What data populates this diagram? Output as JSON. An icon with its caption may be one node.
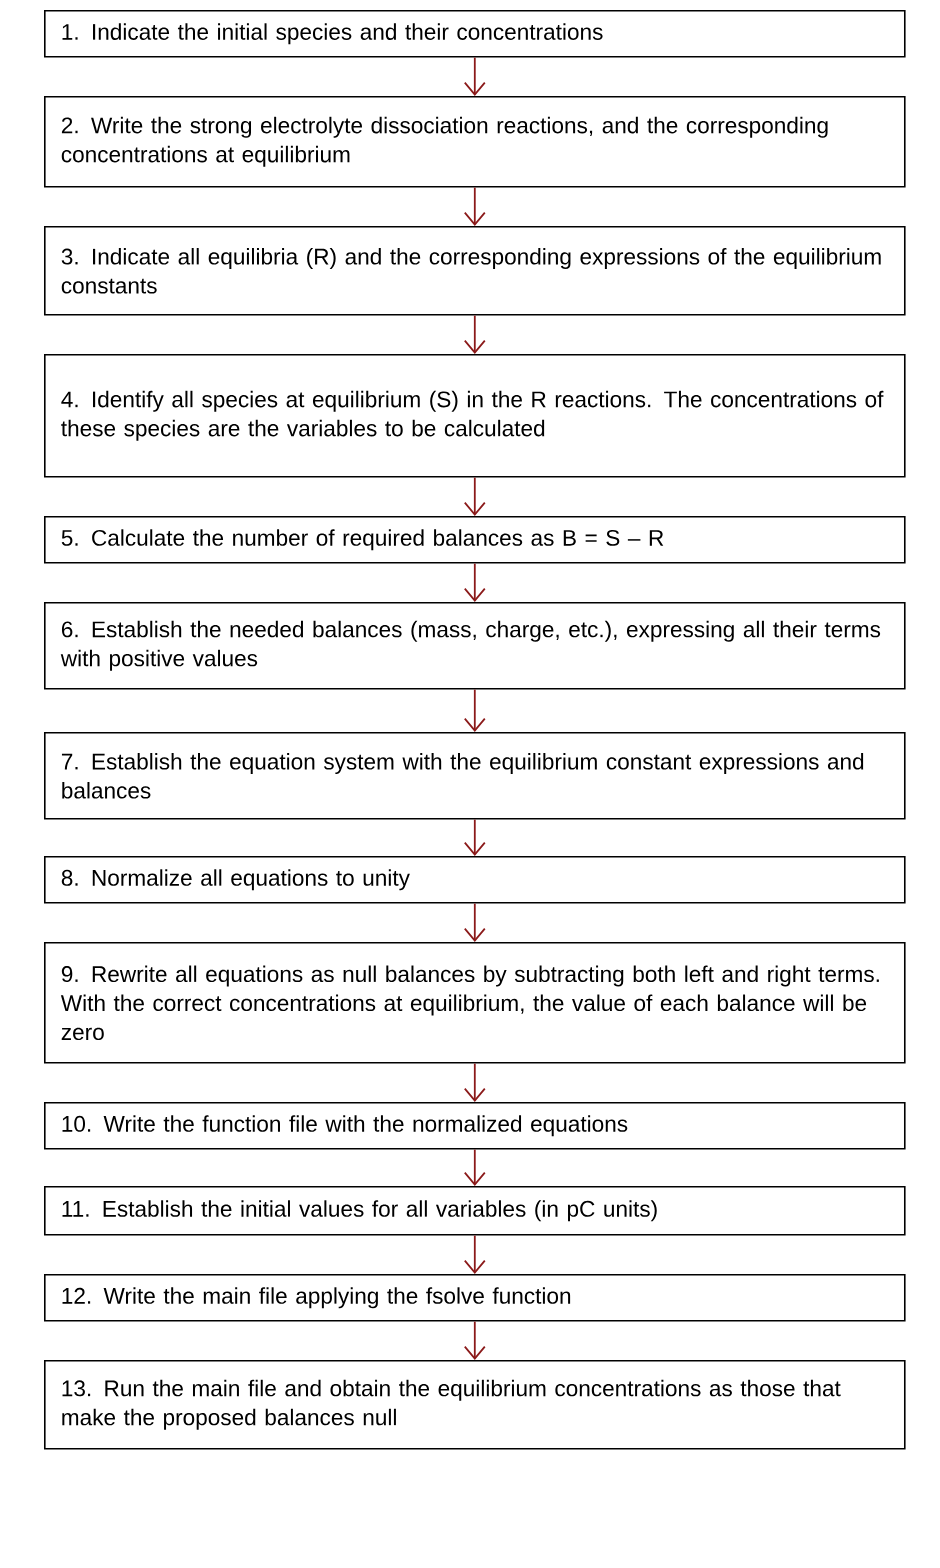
{
  "diagram": {
    "nodes": [
      {
        "text": [
          "1.  Indicate the initial species and their concentrations"
        ]
      },
      {
        "text": [
          "2.  Write the strong electrolyte dissociation reactions, and the corresponding concentrations at equilibrium"
        ]
      },
      {
        "text": [
          "3.  Indicate all equilibria (R) and the corresponding expressions of the equilibrium constants"
        ]
      },
      {
        "text": [
          "4.  Identify all species at equilibrium (S) in the R reactions. The concentrations of these species are the variables to be calculated"
        ]
      },
      {
        "text": [
          "5.  Calculate the number of required balances as B = S – R"
        ]
      },
      {
        "text": [
          "6.  Establish the needed balances (mass, charge, etc.), expressing all their terms with positive values"
        ]
      },
      {
        "text": [
          "7.  Establish the equation system with the equilibrium constant expressions and balances"
        ]
      },
      {
        "text": [
          "8.  Normalize all equations to unity"
        ]
      },
      {
        "text": [
          "9.  Rewrite all equations as null balances by subtracting both left and right terms. With the correct concentrations at equilibrium, the value of each balance will be zero"
        ]
      },
      {
        "text": [
          "10. Write the function file with the normalized equations"
        ]
      },
      {
        "text": [
          "11. Establish the initial values for all variables (in pC units)"
        ]
      },
      {
        "text": [
          "12. Write the main file applying the fsolve function"
        ]
      },
      {
        "text": [
          "13. Run the main file and obtain the equilibrium concentrations as those that make the proposed balances null"
        ]
      }
    ],
    "edges": [
      {
        "from": 0,
        "to": 1,
        "arrow": "to"
      },
      {
        "from": 1,
        "to": 2,
        "arrow": "to"
      },
      {
        "from": 2,
        "to": 3,
        "arrow": "to"
      },
      {
        "from": 3,
        "to": 4,
        "arrow": "to"
      },
      {
        "from": 4,
        "to": 5,
        "arrow": "to"
      },
      {
        "from": 5,
        "to": 6,
        "arrow": "to"
      },
      {
        "from": 6,
        "to": 7,
        "arrow": "to"
      },
      {
        "from": 7,
        "to": 8,
        "arrow": "to"
      },
      {
        "from": 8,
        "to": 9,
        "arrow": "to"
      },
      {
        "from": 9,
        "to": 10,
        "arrow": "to"
      },
      {
        "from": 10,
        "to": 11,
        "arrow": "to"
      },
      {
        "from": 11,
        "to": 12,
        "arrow": "to"
      }
    ]
  }
}
